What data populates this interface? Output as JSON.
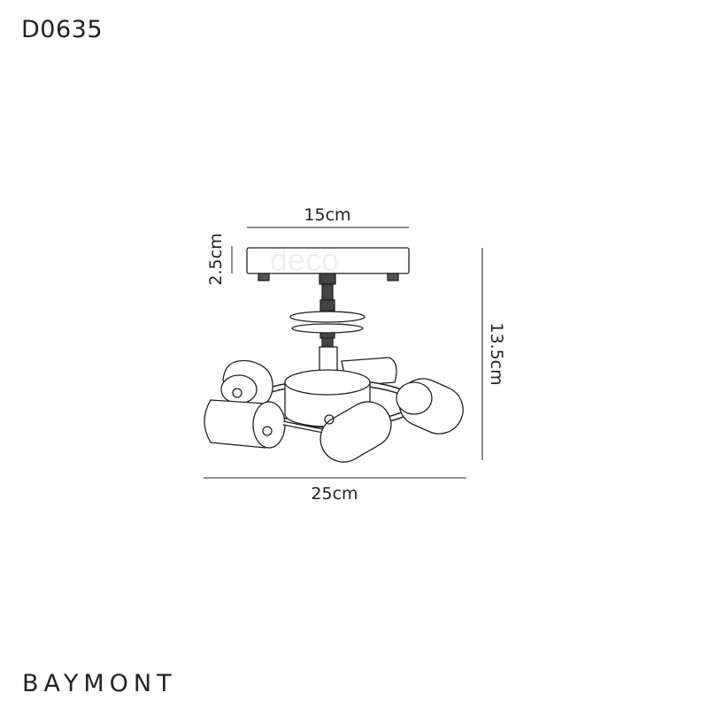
{
  "product_code": "D0635",
  "brand_name": "BAYMONT",
  "watermark": "deco",
  "dimensions": {
    "top_width": "15cm",
    "base_height": "2.5cm",
    "total_height": "13.5cm",
    "total_width": "25cm"
  }
}
